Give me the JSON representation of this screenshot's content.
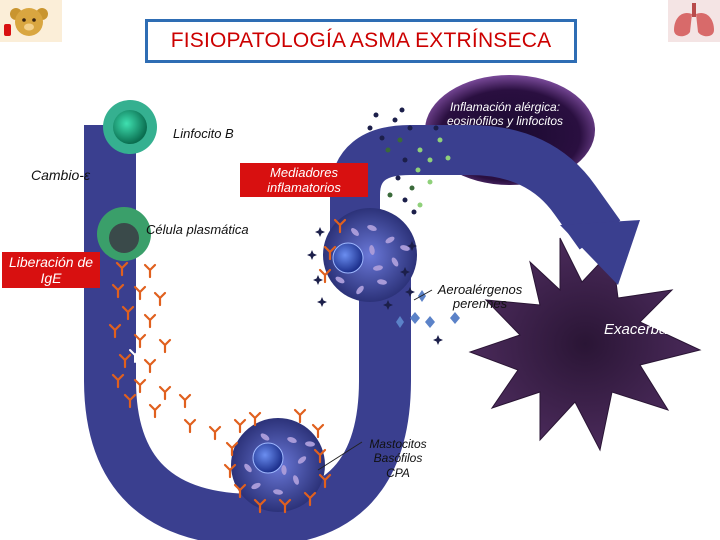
{
  "title": "FISIOPATOLOGÍA ASMA EXTRÍNSECA",
  "labels": {
    "linfocito_b": "Linfocito B",
    "cambio_e": "Cambio-ε",
    "mediadores": "Mediadores inflamatorios",
    "celula_plasmatica": "Célula plasmática",
    "liberacion_ige": "Liberación de IgE",
    "inflamacion": "Inflamación alérgica: eosinófilos y linfocitos",
    "aeroalergenos": "Aeroalérgenos perennes",
    "exacerbacion": "Exacerbación",
    "mastocitos": "Mastocitos",
    "basofilos": "Basófilos",
    "cpa": "CPA"
  },
  "colors": {
    "title_border": "#2e6db4",
    "title_text": "#cc0000",
    "pathway": "#3a3f8f",
    "red_box": "#d81010",
    "ige": "#e0601e",
    "starburst": "#3a1a4a"
  },
  "icons": [
    "teddy-bear-icon",
    "lungs-icon"
  ]
}
